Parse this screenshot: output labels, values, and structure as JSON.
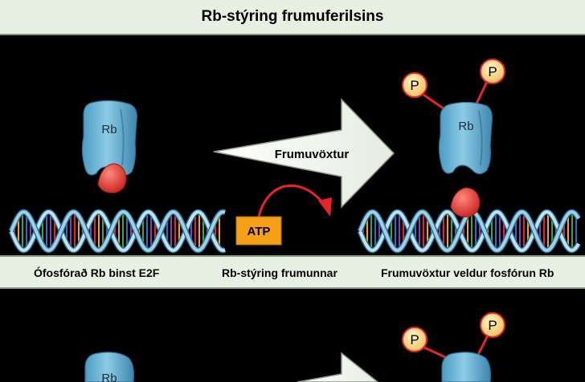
{
  "title": "Rb-stýring frumuferilsins",
  "labels": {
    "rb_left": "Rb",
    "rb_right": "Rb",
    "rb_lower": "Rb",
    "phosphate_1": "P",
    "phosphate_2": "P",
    "phosphate_3": "P",
    "phosphate_4": "P",
    "arrow": "Frumuvöxtur",
    "atp": "ATP"
  },
  "captions": {
    "left": "Ófosfórað Rb binst E2F",
    "center": "Rb-stýring frumunnar",
    "right": "Frumuvöxtur veldur fosfórun Rb"
  },
  "colors": {
    "protein": "#6fb6d6",
    "e2f": "#e8413b",
    "phosphate": "#fbd98a",
    "atp_box": "#f6a01a",
    "arrow_fill": "#f5f7f3",
    "panel_bg": "#e8efe3"
  }
}
